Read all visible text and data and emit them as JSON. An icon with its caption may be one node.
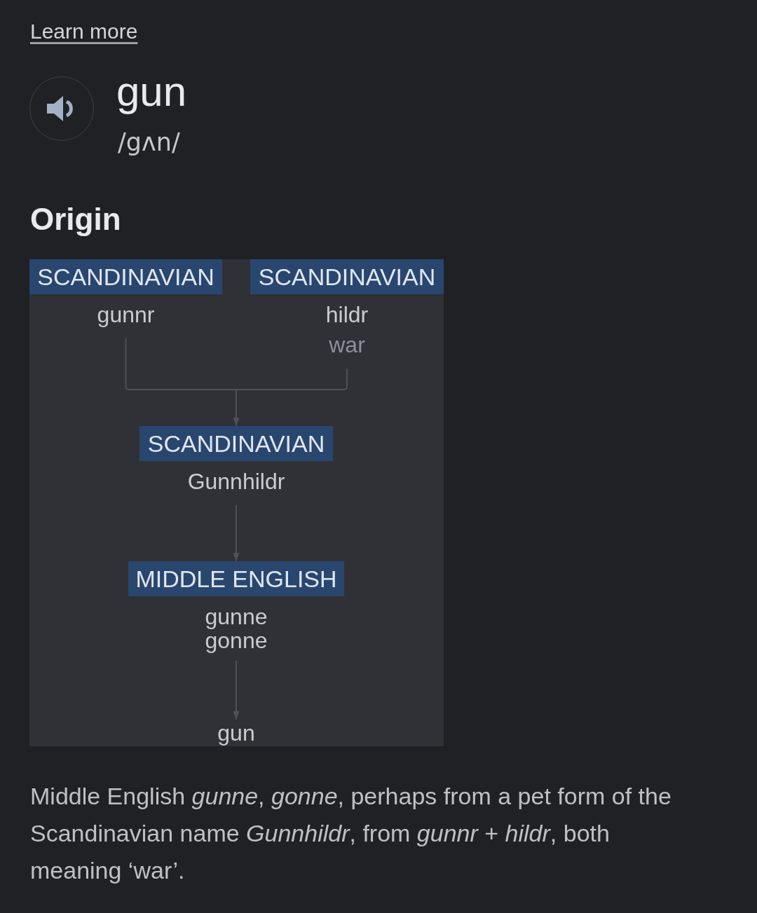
{
  "diagram": {
    "title": "gun",
    "nodes": [
      {
        "text": [
          "SCANDINAVIAN",
          "gunnr"
        ]
      },
      {
        "text": [
          "SCANDINAVIAN",
          "hildr",
          "war"
        ]
      },
      {
        "text": [
          "SCANDINAVIAN",
          "Gunnhildr"
        ]
      },
      {
        "text": [
          "MIDDLE ENGLISH",
          "gunne",
          "gonne"
        ]
      },
      {
        "text": [
          "gun"
        ]
      }
    ],
    "edges": [
      {
        "from": 0,
        "to": 2,
        "arrow": "to"
      },
      {
        "from": 1,
        "to": 2,
        "arrow": "to"
      },
      {
        "from": 2,
        "to": 3,
        "arrow": "to"
      },
      {
        "from": 3,
        "to": 4,
        "arrow": "to"
      }
    ],
    "labels": [
      "Learn more",
      "/gʌn/",
      "Origin"
    ],
    "caption": "Middle English *gunne*, *gonne*, perhaps from a pet form of the Scandinavian name *Gunnhildr*, from *gunnr* + *hildr*, both meaning ‘war’."
  }
}
